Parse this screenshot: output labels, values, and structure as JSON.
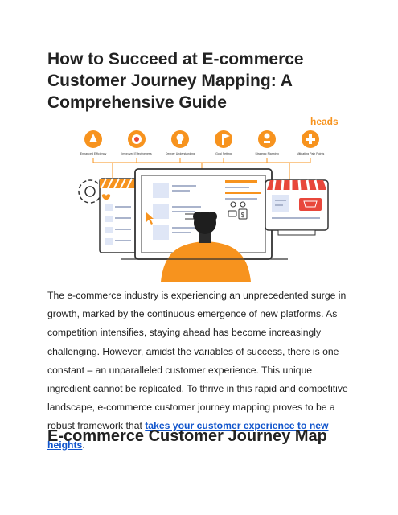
{
  "article": {
    "title": "How to Succeed at E-commerce Customer Journey Mapping: A Comprehensive Guide",
    "intro_text": "The e-commerce industry is experiencing an unprecedented surge in growth, marked by the continuous emergence of new platforms. As competition intensifies, staying ahead has become increasingly challenging. However, amidst the variables of success, there is one constant – an unparalleled customer experience. This unique ingredient cannot be replicated. To thrive in this rapid and competitive landscape, e-commerce customer journey mapping proves to be a robust framework that ",
    "intro_link": "takes your customer experience to new heights",
    "intro_end": ".",
    "section_heading": "E-commerce Customer Journey Map"
  },
  "hero": {
    "brand": "headspin",
    "benefits": [
      "Enhanced Efficiency",
      "Improved Effectiveness",
      "Deeper Understanding",
      "Goal Setting",
      "Strategic Planning",
      "Mitigating Pain Points"
    ],
    "currency_symbol": "$",
    "icons": [
      "rocket-icon",
      "target-icon",
      "lightbulb-icon",
      "goal-icon",
      "chess-icon",
      "first-aid-icon",
      "gear-icon",
      "heart-icon",
      "cursor-icon",
      "cart-icon"
    ]
  },
  "colors": {
    "accent_orange": "#f7931e",
    "brand_text": "#f7931e",
    "link": "#1155cc",
    "screen_blue": "#dfe6f6",
    "awning_red": "#e8473b"
  }
}
